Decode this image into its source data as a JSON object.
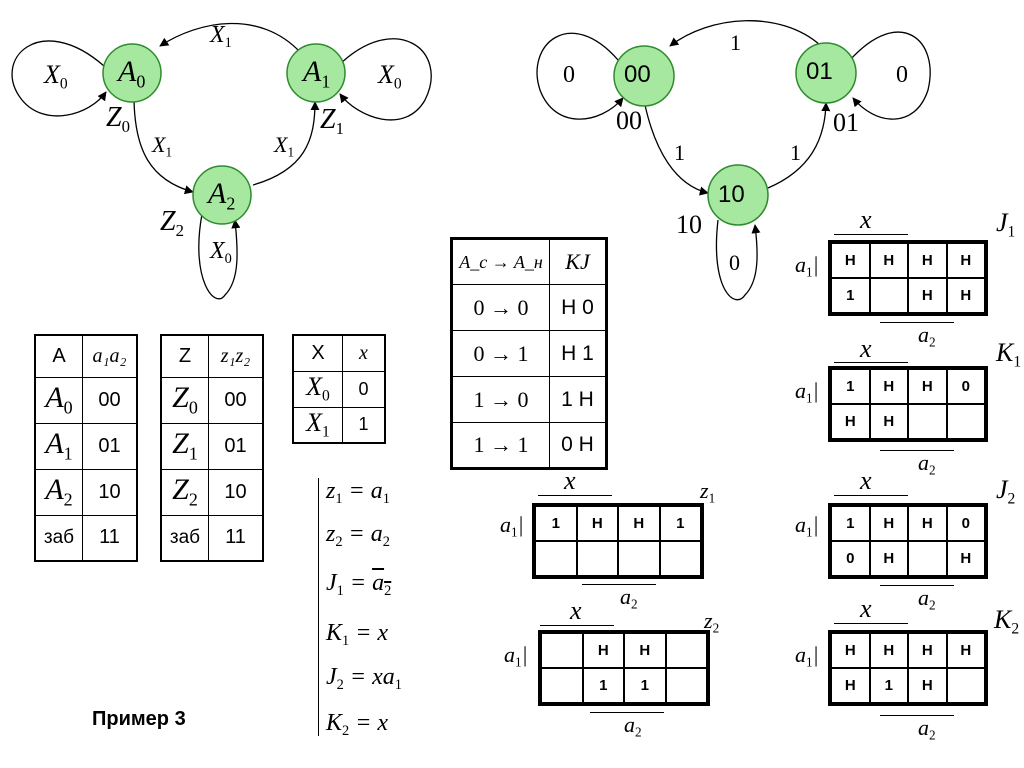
{
  "graph_left": {
    "nodes": [
      {
        "name": "A",
        "sub": "0"
      },
      {
        "name": "A",
        "sub": "1"
      },
      {
        "name": "A",
        "sub": "2"
      }
    ],
    "edge_labels": {
      "loop_a0": {
        "name": "X",
        "sub": "0"
      },
      "loop_a1": {
        "name": "X",
        "sub": "0"
      },
      "loop_a2": {
        "name": "X",
        "sub": "0"
      },
      "a1_to_a0": {
        "name": "X",
        "sub": "1"
      },
      "a0_to_a2": {
        "name": "X",
        "sub": "1"
      },
      "a2_to_a1": {
        "name": "X",
        "sub": "1"
      }
    },
    "outputs": {
      "z0": {
        "name": "Z",
        "sub": "0"
      },
      "z1": {
        "name": "Z",
        "sub": "1"
      },
      "z2": {
        "name": "Z",
        "sub": "2"
      }
    }
  },
  "graph_right": {
    "nodes": [
      "00",
      "01",
      "10"
    ],
    "edge_labels": {
      "loop_00": "0",
      "loop_01": "0",
      "loop_10": "0",
      "t01_00": "1",
      "t00_10": "1",
      "t10_01": "1"
    },
    "outputs": {
      "o00": "00",
      "o01": "01",
      "o10": "10"
    }
  },
  "table_a": {
    "header": [
      "A",
      "a₁a₂"
    ],
    "rows": [
      {
        "state": "A",
        "sub": "0",
        "code": "00"
      },
      {
        "state": "A",
        "sub": "1",
        "code": "01"
      },
      {
        "state": "A",
        "sub": "2",
        "code": "10"
      },
      {
        "state": "заб",
        "sub": "",
        "code": "11"
      }
    ]
  },
  "table_z": {
    "header": [
      "Z",
      "z₁z₂"
    ],
    "rows": [
      {
        "state": "Z",
        "sub": "0",
        "code": "00"
      },
      {
        "state": "Z",
        "sub": "1",
        "code": "01"
      },
      {
        "state": "Z",
        "sub": "2",
        "code": "10"
      },
      {
        "state": "заб",
        "sub": "",
        "code": "11"
      }
    ]
  },
  "table_x": {
    "header": [
      "X",
      "x"
    ],
    "rows": [
      {
        "state": "X",
        "sub": "0",
        "code": "0"
      },
      {
        "state": "X",
        "sub": "1",
        "code": "1"
      }
    ]
  },
  "table_kj": {
    "header_left": "A_c → A_н",
    "header_right": "KJ",
    "rows": [
      {
        "tr": "0 → 0",
        "kj": "Н 0"
      },
      {
        "tr": "0 → 1",
        "kj": "Н 1"
      },
      {
        "tr": "1 → 0",
        "kj": "1 Н"
      },
      {
        "tr": "1 → 1",
        "kj": "0 Н"
      }
    ]
  },
  "equations": [
    {
      "lhs": "z",
      "sub": "1",
      "rhs": "a",
      "rsub": "1",
      "extra": "",
      "overline": false
    },
    {
      "lhs": "z",
      "sub": "2",
      "rhs": "a",
      "rsub": "2",
      "extra": "",
      "overline": false
    },
    {
      "lhs": "J",
      "sub": "1",
      "rhs": "a",
      "rsub": "2",
      "extra": "",
      "overline": true
    },
    {
      "lhs": "K",
      "sub": "1",
      "rhs": "x",
      "rsub": "",
      "extra": "",
      "overline": false
    },
    {
      "lhs": "J",
      "sub": "2",
      "rhs": "xa",
      "rsub": "1",
      "extra": "",
      "overline": false
    },
    {
      "lhs": "K",
      "sub": "2",
      "rhs": "x",
      "rsub": "",
      "extra": "",
      "overline": false
    }
  ],
  "kmaps": {
    "z1": {
      "name": "z",
      "sub": "1",
      "rows": [
        [
          "1",
          "Н",
          "Н",
          "1"
        ],
        [
          "",
          "",
          "",
          ""
        ]
      ]
    },
    "z2": {
      "name": "z",
      "sub": "2",
      "rows": [
        [
          "",
          "Н",
          "Н",
          ""
        ],
        [
          "",
          "1",
          "1",
          ""
        ]
      ]
    },
    "J1": {
      "name": "J",
      "sub": "1",
      "rows": [
        [
          "Н",
          "Н",
          "Н",
          "Н"
        ],
        [
          "1",
          "",
          "Н",
          "Н"
        ]
      ]
    },
    "K1": {
      "name": "K",
      "sub": "1",
      "rows": [
        [
          "1",
          "Н",
          "Н",
          "0"
        ],
        [
          "Н",
          "Н",
          "",
          ""
        ]
      ]
    },
    "J2": {
      "name": "J",
      "sub": "2",
      "rows": [
        [
          "1",
          "Н",
          "Н",
          "0"
        ],
        [
          "0",
          "Н",
          "",
          "Н"
        ]
      ]
    },
    "K2": {
      "name": "K",
      "sub": "2",
      "rows": [
        [
          "Н",
          "Н",
          "Н",
          "Н"
        ],
        [
          "Н",
          "1",
          "Н",
          ""
        ]
      ]
    }
  },
  "kmap_axis": {
    "x": "x",
    "a1": "a",
    "a1_sub": "1",
    "a2": "a",
    "a2_sub": "2"
  },
  "example_label": "Пример 3",
  "colors": {
    "node_fill": "#a6e8a0",
    "node_stroke": "#2e8b2e",
    "line": "#000000"
  }
}
